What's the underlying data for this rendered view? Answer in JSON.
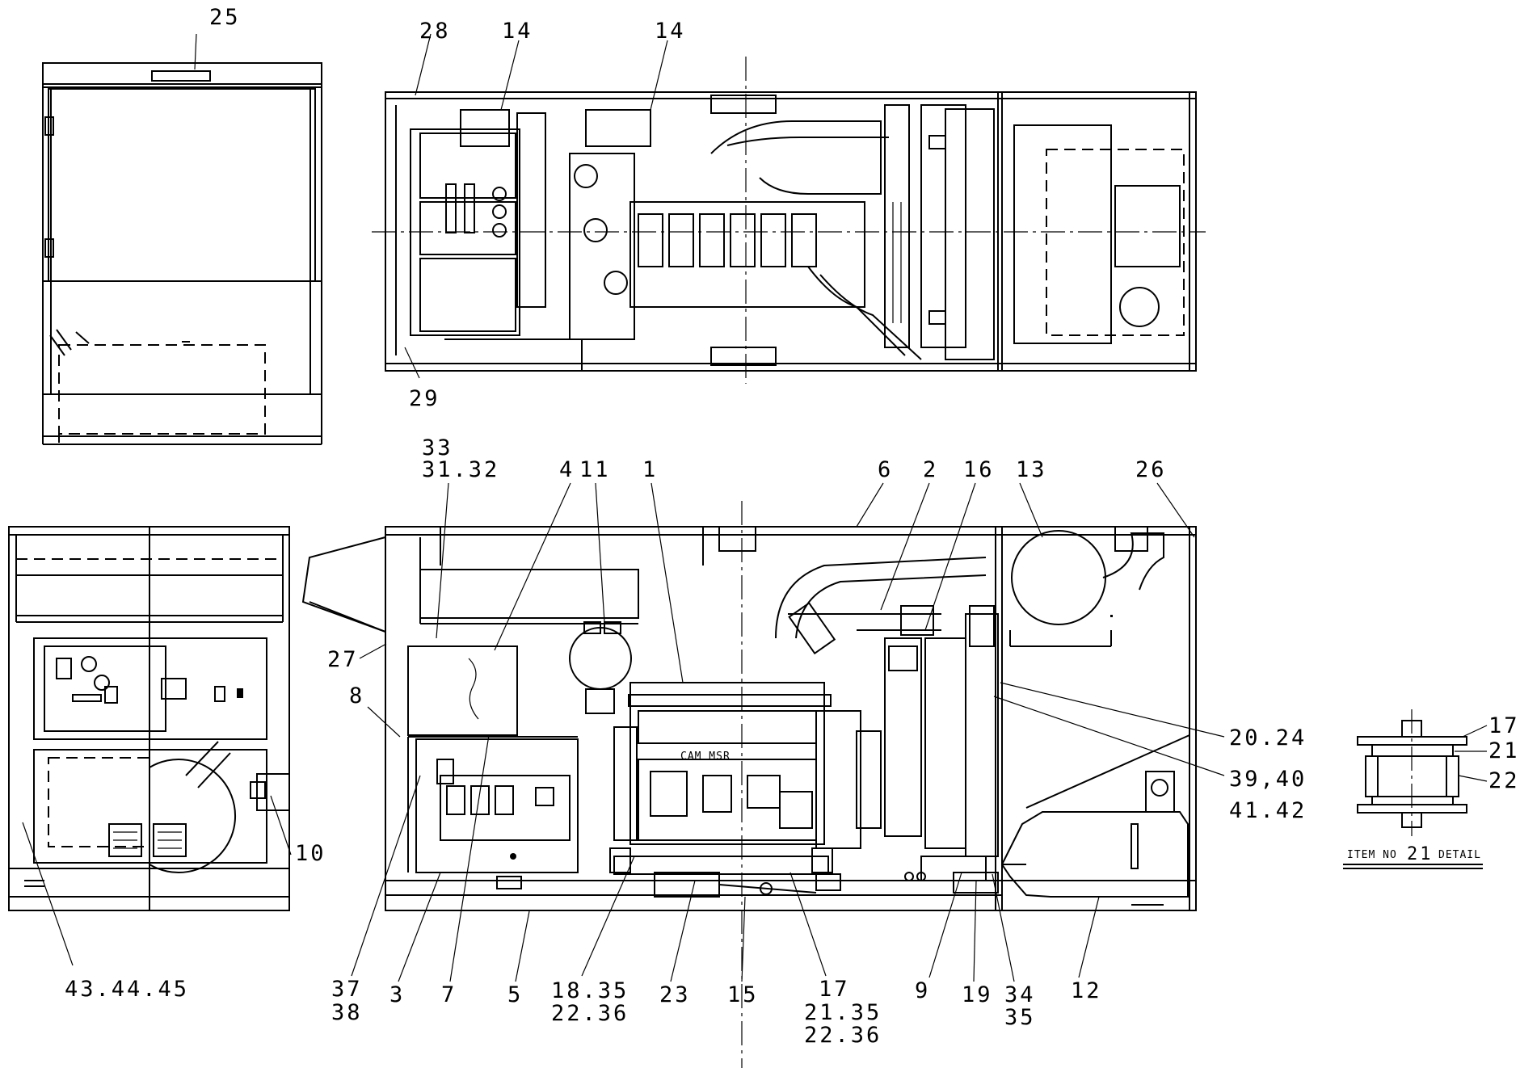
{
  "callouts": {
    "c25": "25",
    "c28": "28",
    "c14a": "14",
    "c14b": "14",
    "c29": "29",
    "c33": "33",
    "c3132": "31.32",
    "c4": "4",
    "c11": "11",
    "c1": "1",
    "c6": "6",
    "c2": "2",
    "c16": "16",
    "c13": "13",
    "c26": "26",
    "c27": "27",
    "c8": "8",
    "c2024": "20.24",
    "c3940": "39,40",
    "c4142": "41.42",
    "c10": "10",
    "c434445": "43.44.45",
    "c37": "37",
    "c38": "38",
    "c3": "3",
    "c7": "7",
    "c5": "5",
    "c1835": "18.35",
    "c2236a": "22.36",
    "c23": "23",
    "c15": "15",
    "c17a": "17",
    "c2135": "21.35",
    "c2236b": "22.36",
    "c9": "9",
    "c19": "19",
    "c34": "34",
    "c35": "35",
    "c12": "12",
    "c17b": "17",
    "c21": "21",
    "c22": "22"
  },
  "detail": {
    "caption_prefix": "ITEM NO",
    "caption_number": "21",
    "caption_suffix": "DETAIL"
  },
  "display_text": {
    "ecm_word": "CAM MSR"
  }
}
